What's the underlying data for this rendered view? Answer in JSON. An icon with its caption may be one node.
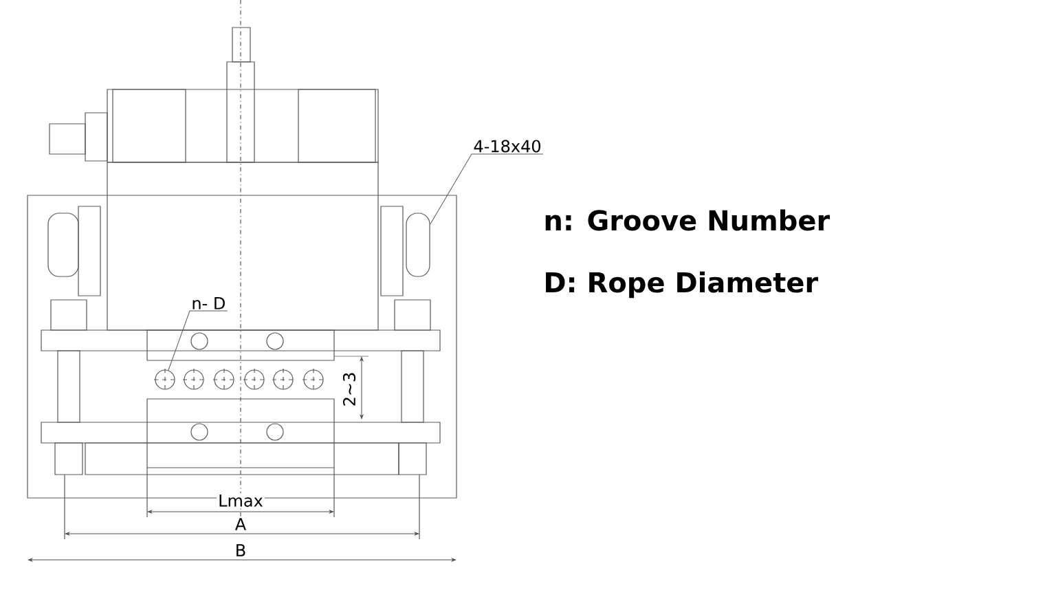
{
  "diagram": {
    "nodes": [
      {
        "text": [
          "4-18x40"
        ]
      },
      {
        "text": [],
        "shape": "slot"
      },
      {
        "text": [
          "n- D"
        ]
      },
      {
        "text": [],
        "shape": "circle"
      }
    ],
    "edges": [
      {
        "from": 0,
        "to": 1,
        "arrow": "none"
      },
      {
        "from": 2,
        "to": 3,
        "arrow": "none"
      }
    ],
    "labels": [
      "n: Groove Number",
      "D: Rope Diameter",
      "2~3",
      "Lmax",
      "A",
      "B"
    ]
  }
}
